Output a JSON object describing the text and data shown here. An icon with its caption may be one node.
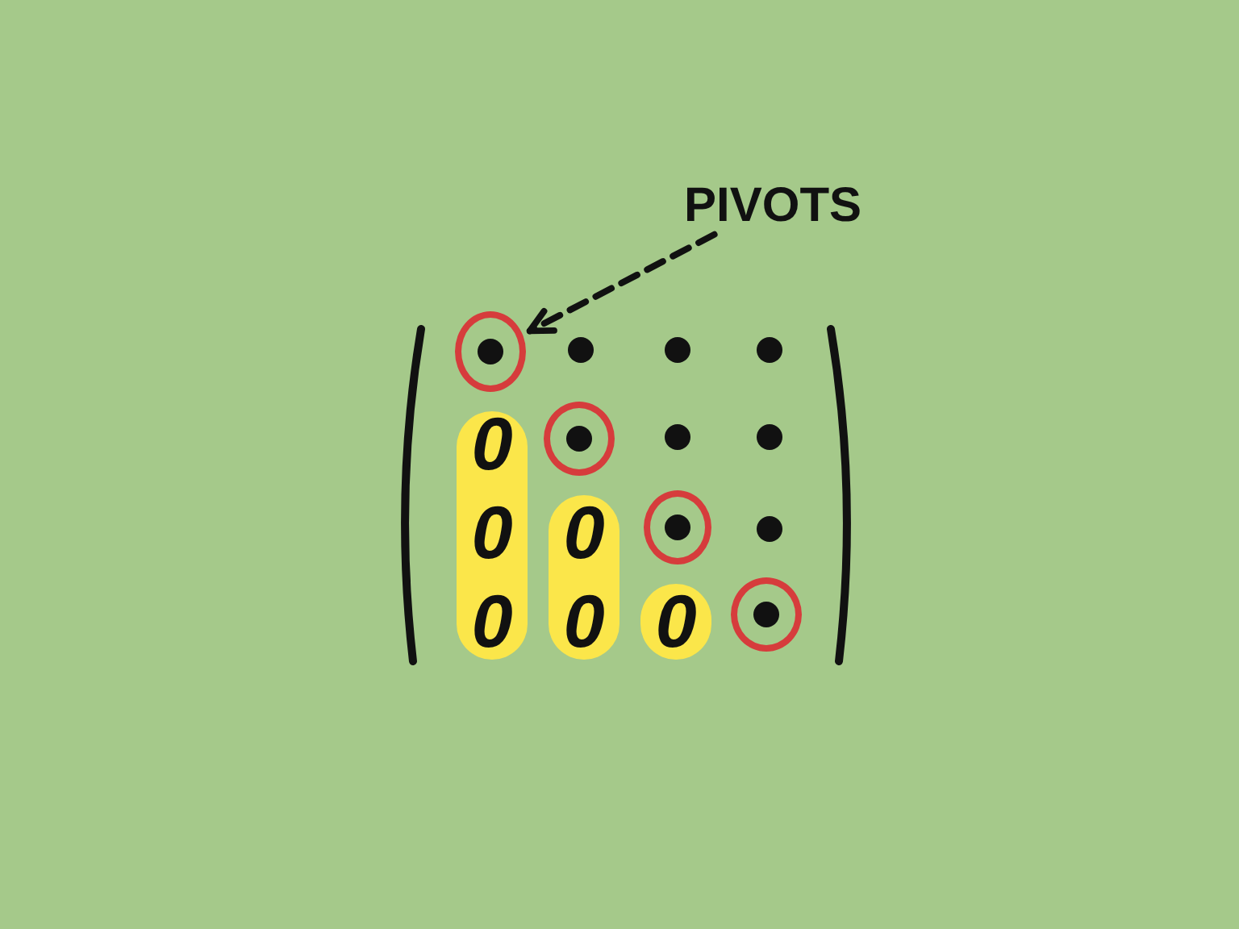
{
  "diagram": {
    "nodes": [
      {
        "text": [
          "PIVOTS"
        ]
      },
      {
        "text": [],
        "shape": "circle"
      },
      {
        "text": [
          "0",
          "0",
          "0"
        ]
      },
      {
        "text": [],
        "shape": "circle"
      },
      {
        "text": [
          "0",
          "0"
        ]
      },
      {
        "text": [],
        "shape": "circle"
      },
      {
        "text": [
          "0"
        ]
      },
      {
        "text": [],
        "shape": "circle"
      }
    ],
    "edges": [
      {
        "from": 0,
        "to": 1,
        "arrow": "to",
        "style": "dashed"
      }
    ]
  }
}
